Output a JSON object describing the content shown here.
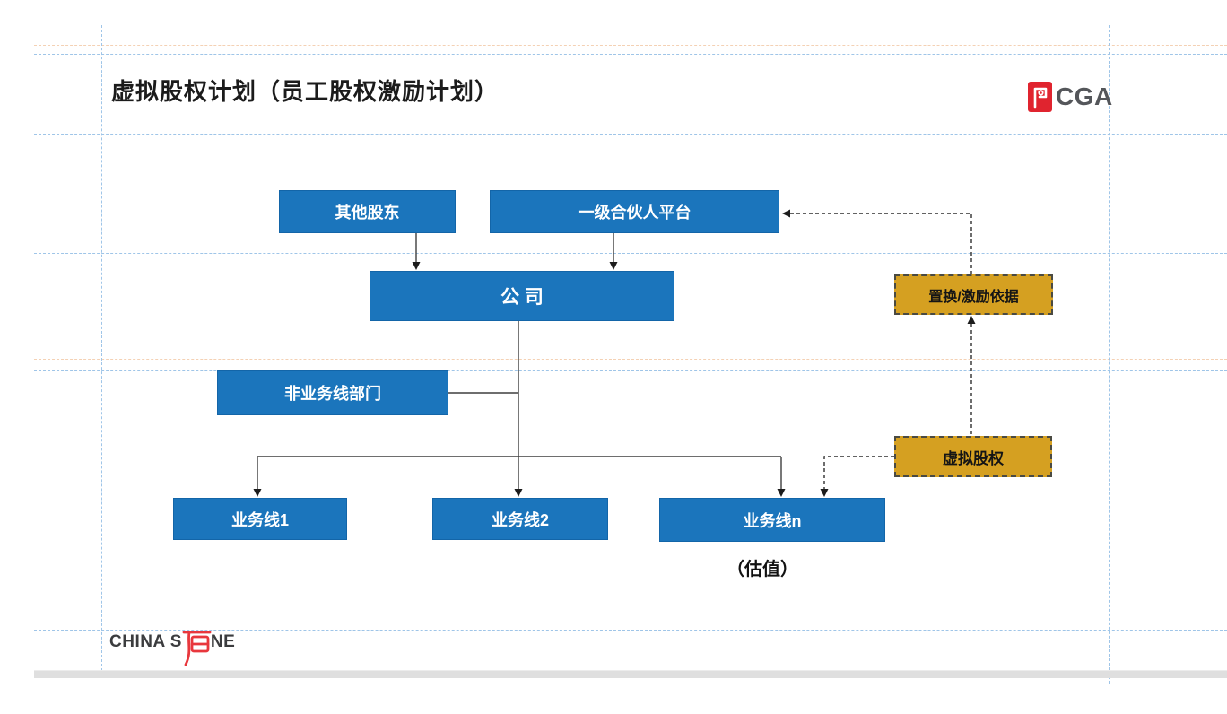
{
  "colors": {
    "box_blue": "#1B75BC",
    "box_gold": "#D5A021",
    "guide_blue": "#9FC5E8",
    "guide_orange": "#F3C9A8",
    "connector": "#3F3F3F",
    "brand_red": "#E0242F"
  },
  "header": {
    "title": "虚拟股权计划（员工股权激励计划）",
    "brand": "CGA"
  },
  "diagram": {
    "nodes": [
      {
        "id": "other-shareholders",
        "label": "其他股东",
        "type": "blue"
      },
      {
        "id": "partner-platform",
        "label": "一级合伙人平台",
        "type": "blue"
      },
      {
        "id": "company",
        "label": "公 司",
        "type": "blue"
      },
      {
        "id": "non-business-dept",
        "label": "非业务线部门",
        "type": "blue"
      },
      {
        "id": "business-line-1",
        "label": "业务线1",
        "type": "blue"
      },
      {
        "id": "business-line-2",
        "label": "业务线2",
        "type": "blue"
      },
      {
        "id": "business-line-n",
        "label": "业务线n",
        "type": "blue"
      },
      {
        "id": "swap-incentive-basis",
        "label": "置换/激励依据",
        "type": "gold"
      },
      {
        "id": "virtual-equity",
        "label": "虚拟股权",
        "type": "gold"
      }
    ],
    "valuation_caption": "（估值）"
  },
  "footer": {
    "brand_prefix": "CHINA S",
    "brand_suffix": "NE"
  }
}
